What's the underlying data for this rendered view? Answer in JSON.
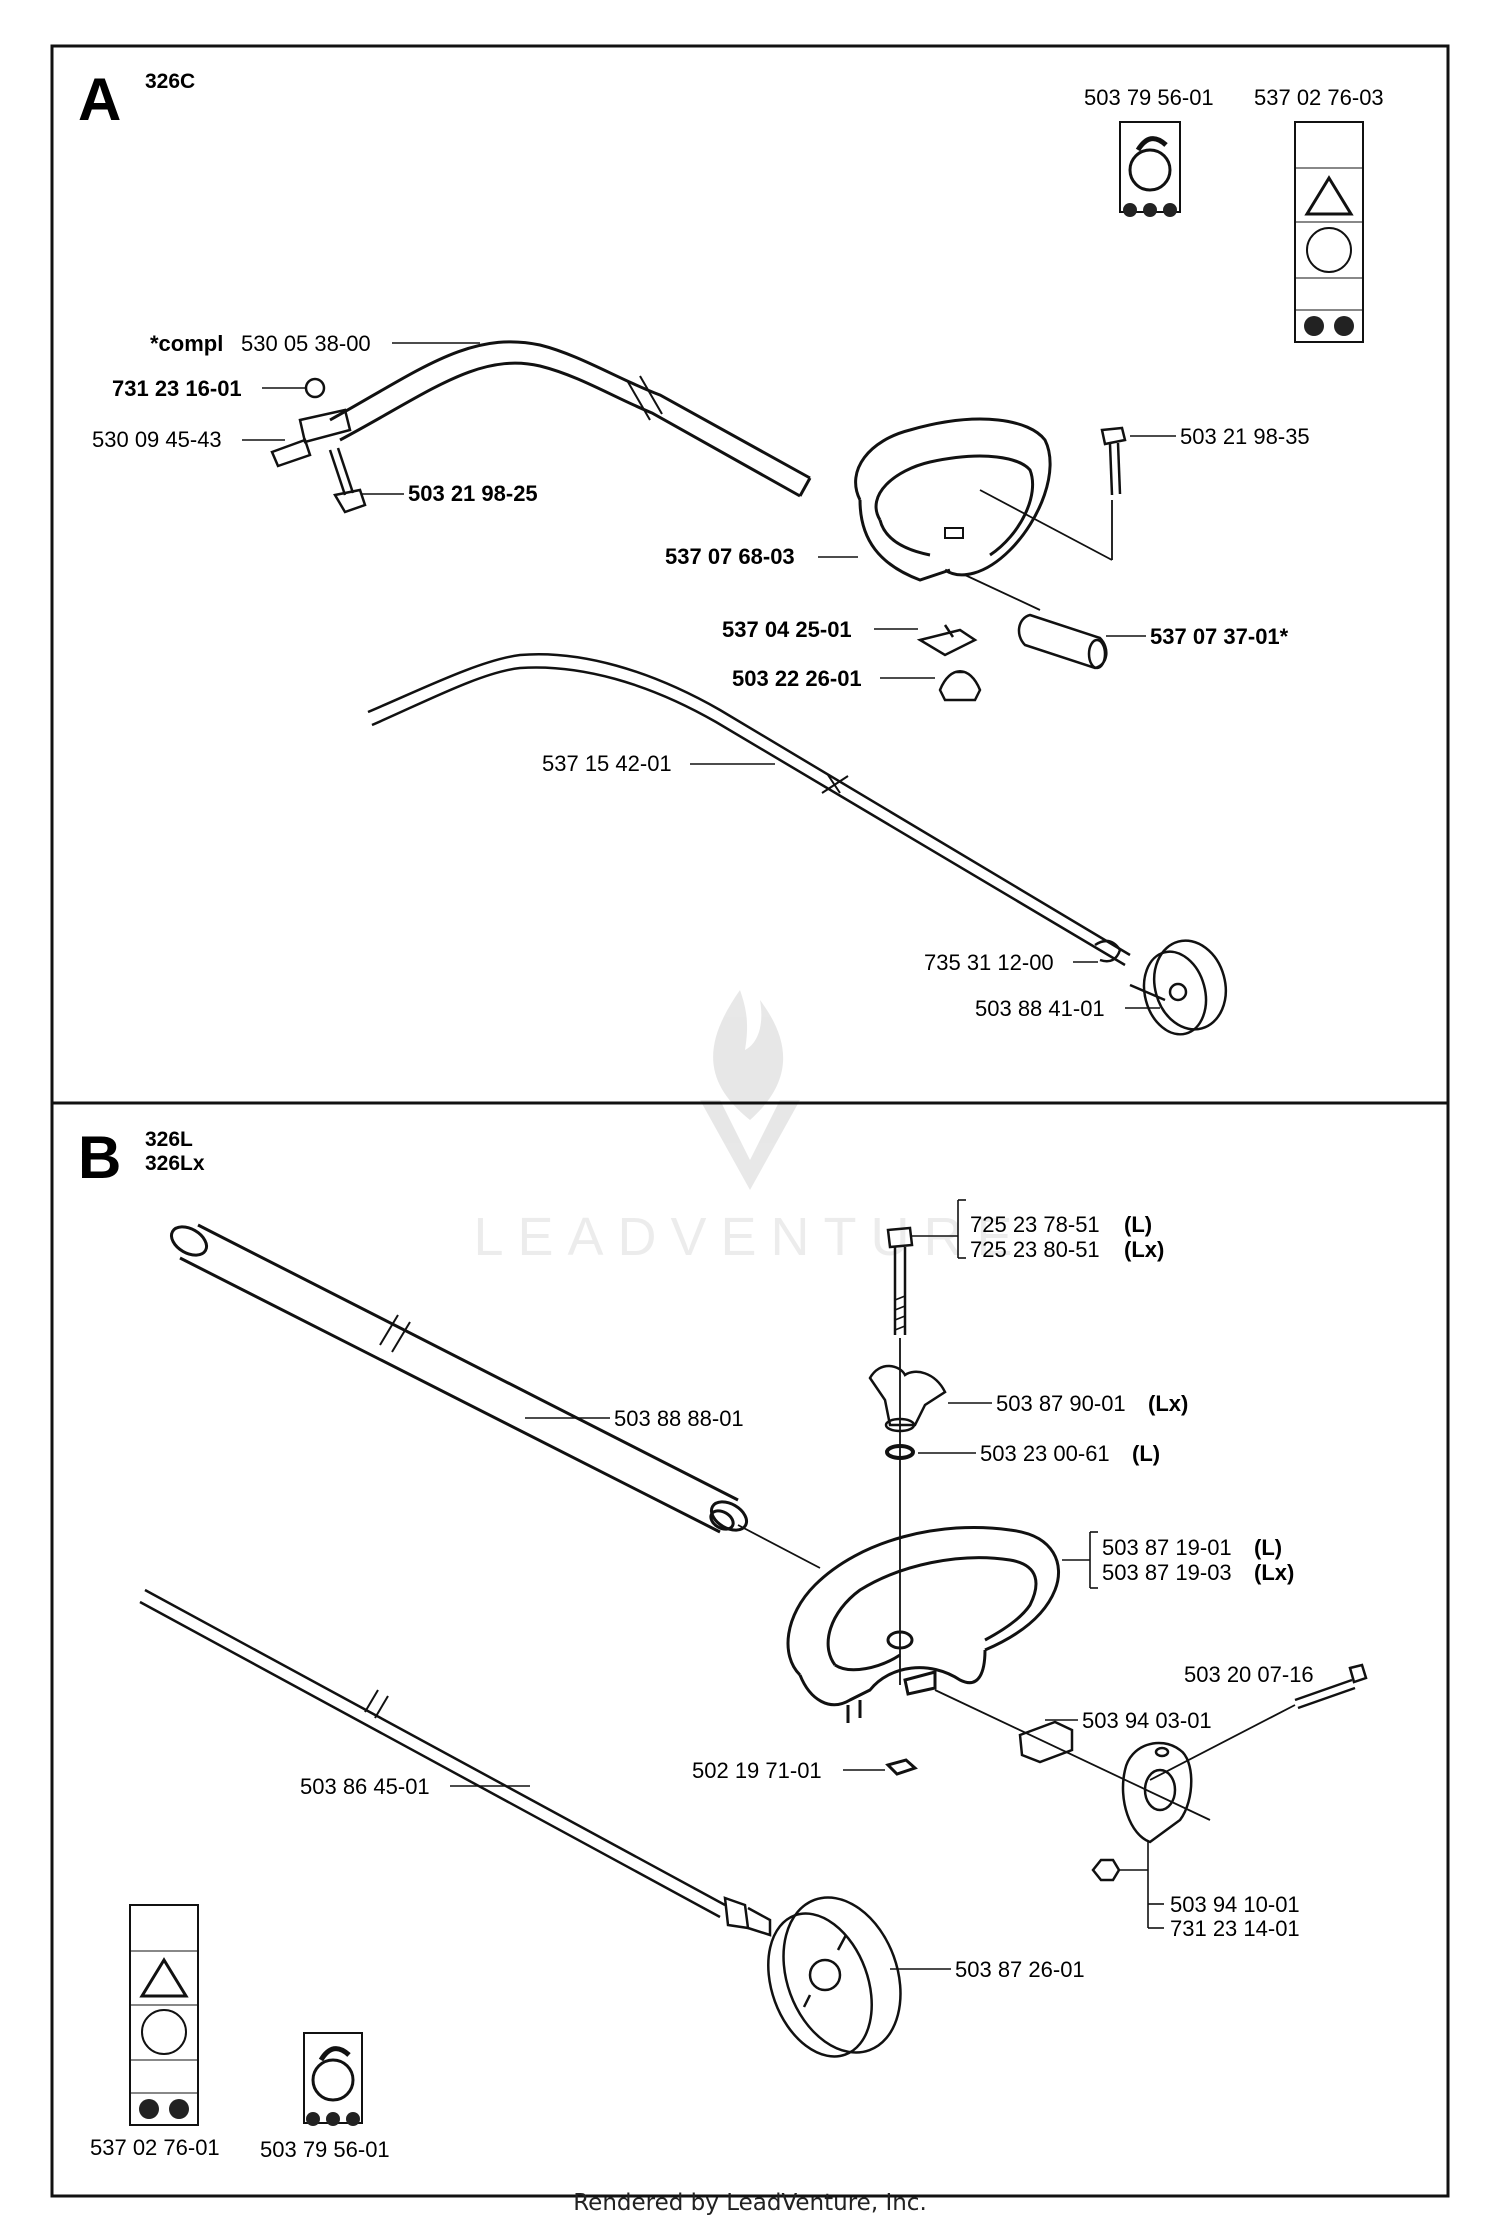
{
  "sections": [
    {
      "letter": "A",
      "models": [
        "326C"
      ],
      "labels": [
        {
          "id": "decal-503795601",
          "text": "503 79 56-01",
          "bold": false
        },
        {
          "id": "decal-537027603",
          "text": "537 02 76-03",
          "bold": false
        },
        {
          "id": "compl",
          "prefix": "*compl",
          "text": "530 05 38-00",
          "bold": false
        },
        {
          "id": "nut-731231601",
          "text": "731 23 16-01",
          "bold": true
        },
        {
          "id": "bracket-530094543",
          "text": "530 09 45-43",
          "bold": false
        },
        {
          "id": "screw-503219825",
          "text": "503 21 98-25",
          "bold": true
        },
        {
          "id": "screw-503219835",
          "text": "503 21 98-35",
          "bold": false
        },
        {
          "id": "handle-537076803",
          "text": "537 07 68-03",
          "bold": true
        },
        {
          "id": "plate-537042501",
          "text": "537 04 25-01",
          "bold": true
        },
        {
          "id": "spacer-537073701",
          "text": "537 07 37-01*",
          "bold": true
        },
        {
          "id": "knob-503222601",
          "text": "503 22 26-01",
          "bold": true
        },
        {
          "id": "shaft-537154201",
          "text": "537 15 42-01",
          "bold": false
        },
        {
          "id": "ring-735311200",
          "text": "735 31 12-00",
          "bold": false
        },
        {
          "id": "drum-503884101",
          "text": "503 88 41-01",
          "bold": false
        }
      ]
    },
    {
      "letter": "B",
      "models": [
        "326L",
        "326Lx"
      ],
      "labels": [
        {
          "id": "bolt-725237851",
          "text": "725 23 78-51",
          "suffix": "(L)"
        },
        {
          "id": "bolt-725238051",
          "text": "725 23 80-51",
          "suffix": "(Lx)"
        },
        {
          "id": "knob-503879001",
          "text": "503 87 90-01",
          "suffix": "(Lx)"
        },
        {
          "id": "washer-503230061",
          "text": "503 23 00-61",
          "suffix": "(L)"
        },
        {
          "id": "tube-503888801",
          "text": "503 88 88-01",
          "suffix": ""
        },
        {
          "id": "handle-503871901",
          "text": "503 87 19-01",
          "suffix": "(L)"
        },
        {
          "id": "handle-503871903",
          "text": "503 87 19-03",
          "suffix": "(Lx)"
        },
        {
          "id": "screw-503200716",
          "text": "503 20 07-16",
          "suffix": ""
        },
        {
          "id": "clamp-503940301",
          "text": "503 94 03-01",
          "suffix": ""
        },
        {
          "id": "nut-502197101",
          "text": "502 19 71-01",
          "suffix": ""
        },
        {
          "id": "shaft-503864501",
          "text": "503 86 45-01",
          "suffix": ""
        },
        {
          "id": "bracket-503941001",
          "text": "503 94 10-01",
          "suffix": ""
        },
        {
          "id": "nut-731231401",
          "text": "731 23 14-01",
          "suffix": ""
        },
        {
          "id": "drum-503872601",
          "text": "503 87 26-01",
          "suffix": ""
        },
        {
          "id": "decal-537027601",
          "text": "537 02 76-01",
          "suffix": ""
        },
        {
          "id": "decal-503795601b",
          "text": "503 79 56-01",
          "suffix": ""
        }
      ]
    }
  ],
  "watermark": "LEADVENTURE",
  "footer": "Rendered by LeadVenture, Inc."
}
